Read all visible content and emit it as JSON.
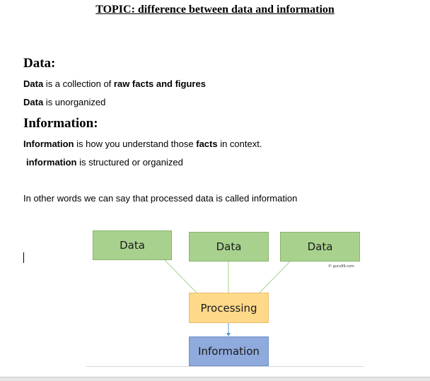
{
  "topic": "TOPIC: difference between data and information",
  "data_section": {
    "heading": "Data:",
    "line1": {
      "bold1": "Data",
      "text1": " is a collection of ",
      "bold2": "raw facts and figures"
    },
    "line2": {
      "bold1": "Data",
      "text1": " is unorganized"
    }
  },
  "information_section": {
    "heading": "Information:",
    "line1": {
      "bold1": "Information",
      "text1": " is how you understand those ",
      "bold2": "facts",
      "text2": " in context."
    },
    "line2": {
      "bold1": "information",
      "text1": " is structured or organized"
    }
  },
  "summary": "In other words we can say that processed data is called information",
  "diagram": {
    "data_boxes": [
      "Data",
      "Data",
      "Data"
    ],
    "processing": "Processing",
    "information": "Information",
    "watermark": "© guru99.com",
    "colors": {
      "data_fill": "#a9d18e",
      "processing_fill": "#ffd98a",
      "information_fill": "#8faadc",
      "connector": "#a9d18e",
      "arrow": "#5b9bd5"
    }
  }
}
